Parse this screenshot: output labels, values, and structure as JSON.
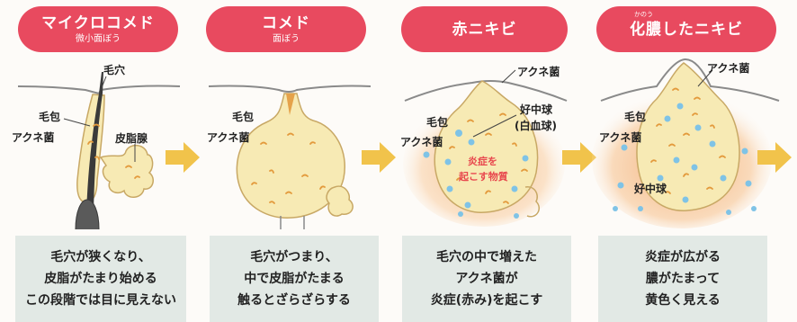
{
  "colors": {
    "header": "#e84a5f",
    "caption_bg": "#e2e9e5",
    "arrow": "#f1c34b",
    "skin": "#8a8a8a",
    "follicle_fill": "#f7eab4",
    "follicle_stroke": "#c8a865",
    "bacteria": "#e39a3c",
    "white_cell": "#7fc3e6",
    "inflammation": "#f6b27b"
  },
  "stages": [
    {
      "header": {
        "title": "マイクロコメド",
        "subtitle": "微小面ぼう"
      },
      "labels": {
        "pore": "毛穴",
        "hair_follicle": "毛包",
        "acne_bacteria": "アクネ菌",
        "sebaceous_gland": "皮脂腺"
      },
      "caption": [
        "毛穴が狭くなり、",
        "皮脂がたまり始める",
        "この段階では目に見えない"
      ]
    },
    {
      "header": {
        "title": "コメド",
        "subtitle": "面ぼう"
      },
      "labels": {
        "hair_follicle": "毛包",
        "acne_bacteria": "アクネ菌"
      },
      "caption": [
        "毛穴がつまり、",
        "中で皮脂がたまる",
        "触るとざらざらする"
      ]
    },
    {
      "header": {
        "title": "赤ニキビ"
      },
      "labels": {
        "acne_bacteria_top": "アクネ菌",
        "neutrophil": "好中球",
        "white_blood_cell": "(白血球)",
        "hair_follicle": "毛包",
        "acne_bacteria": "アクネ菌",
        "inflammatory_1": "炎症を",
        "inflammatory_2": "起こす物質"
      },
      "caption": [
        "毛穴の中で増えた",
        "アクネ菌が",
        "炎症(赤み)を起こす"
      ]
    },
    {
      "header": {
        "title": "化膿したニキビ",
        "ruby": "かのう"
      },
      "labels": {
        "acne_bacteria_top": "アクネ菌",
        "hair_follicle": "毛包",
        "acne_bacteria": "アクネ菌",
        "neutrophil": "好中球"
      },
      "caption": [
        "炎症が広がる",
        "膿がたまって",
        "黄色く見える"
      ]
    }
  ]
}
